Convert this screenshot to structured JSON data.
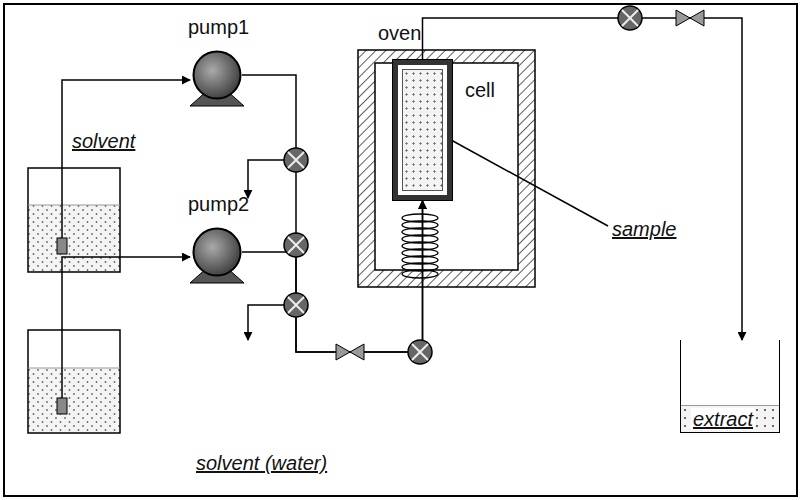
{
  "diagram": {
    "nodes": [
      {
        "text": [
          "pump1"
        ]
      },
      {
        "text": [
          "pump2"
        ]
      },
      {
        "text": [
          "oven"
        ]
      },
      {
        "text": [
          "cell"
        ],
        "in": 2
      },
      {
        "text": [
          "extract"
        ]
      }
    ],
    "edges": [
      {
        "from": 0,
        "to": 3,
        "arrow": "to"
      },
      {
        "from": 1,
        "to": 3,
        "arrow": "to"
      },
      {
        "from": 3,
        "to": 4,
        "arrow": "to"
      }
    ],
    "labels": [
      "solvent",
      "solvent (water)",
      "sample"
    ]
  }
}
